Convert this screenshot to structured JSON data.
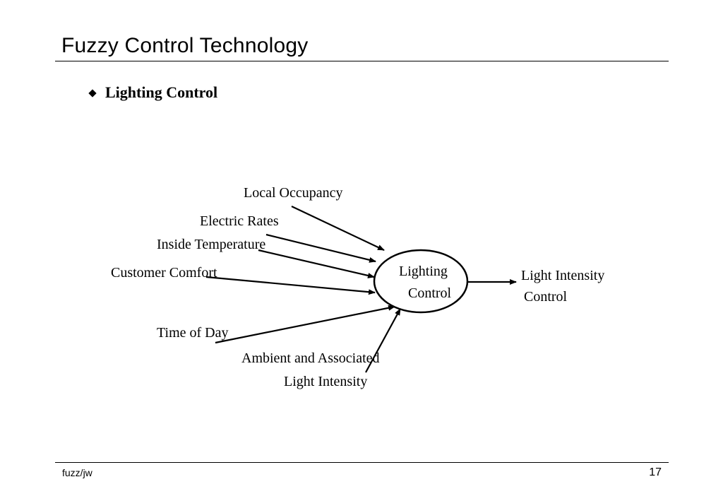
{
  "slide": {
    "title": "Fuzzy Control Technology",
    "bullet": "Lighting Control"
  },
  "diagram": {
    "center": {
      "line1": "Lighting",
      "line2": "Control"
    },
    "inputs": {
      "local_occupancy": "Local Occupancy",
      "electric_rates": "Electric Rates",
      "inside_temperature": "Inside Temperature",
      "customer_comfort": "Customer Comfort",
      "time_of_day": "Time of Day",
      "ambient_line1": "Ambient and Associated",
      "ambient_line2": "Light Intensity"
    },
    "output": {
      "line1": "Light Intensity",
      "line2": "Control"
    }
  },
  "footer": {
    "left": "fuzz/jw",
    "page_number": "17"
  }
}
